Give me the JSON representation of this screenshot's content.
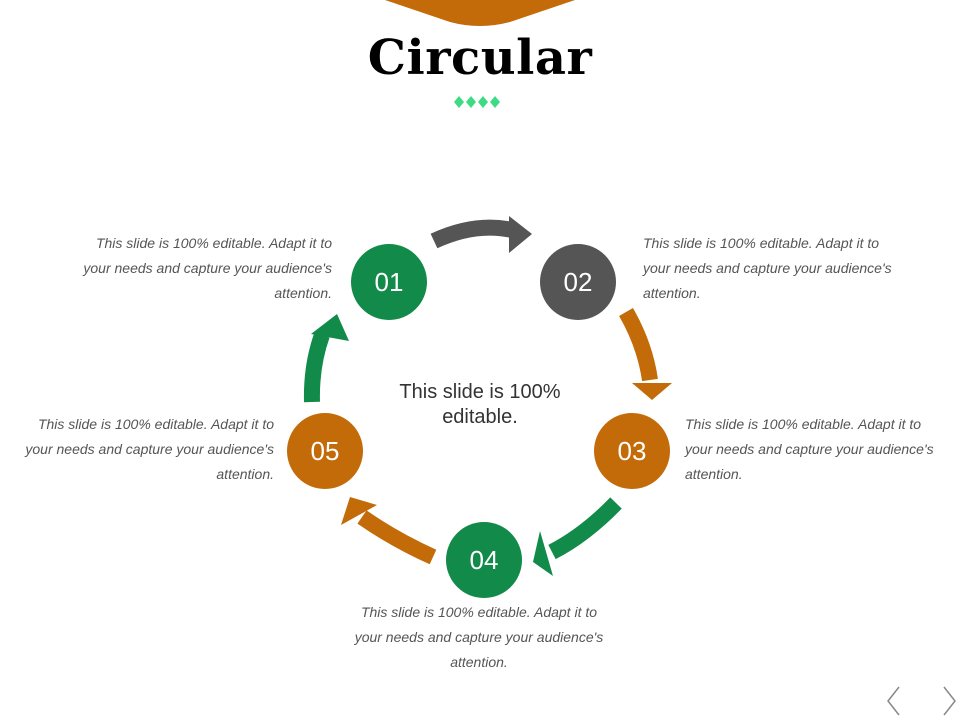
{
  "title": "Circular",
  "center_text": "This slide is 100% editable.",
  "colors": {
    "green": "#128a49",
    "gray": "#555555",
    "orange": "#c46b09",
    "accent_dots": "#3ddc84",
    "banner": "#c46b09"
  },
  "steps": [
    {
      "number": "01",
      "text": "This slide is 100% editable. Adapt it to your needs and capture your audience's attention."
    },
    {
      "number": "02",
      "text": "This slide is 100% editable. Adapt it to your needs and capture your audience's attention."
    },
    {
      "number": "03",
      "text": "This slide is 100% editable. Adapt it to your needs and capture your audience's attention."
    },
    {
      "number": "04",
      "text": "This slide is 100% editable. Adapt it to your needs and capture your audience's attention."
    },
    {
      "number": "05",
      "text": "This slide is 100% editable. Adapt it to your needs and capture your audience's attention."
    }
  ],
  "nav": {
    "prev_icon": "chevron-left-icon",
    "next_icon": "chevron-right-icon"
  }
}
